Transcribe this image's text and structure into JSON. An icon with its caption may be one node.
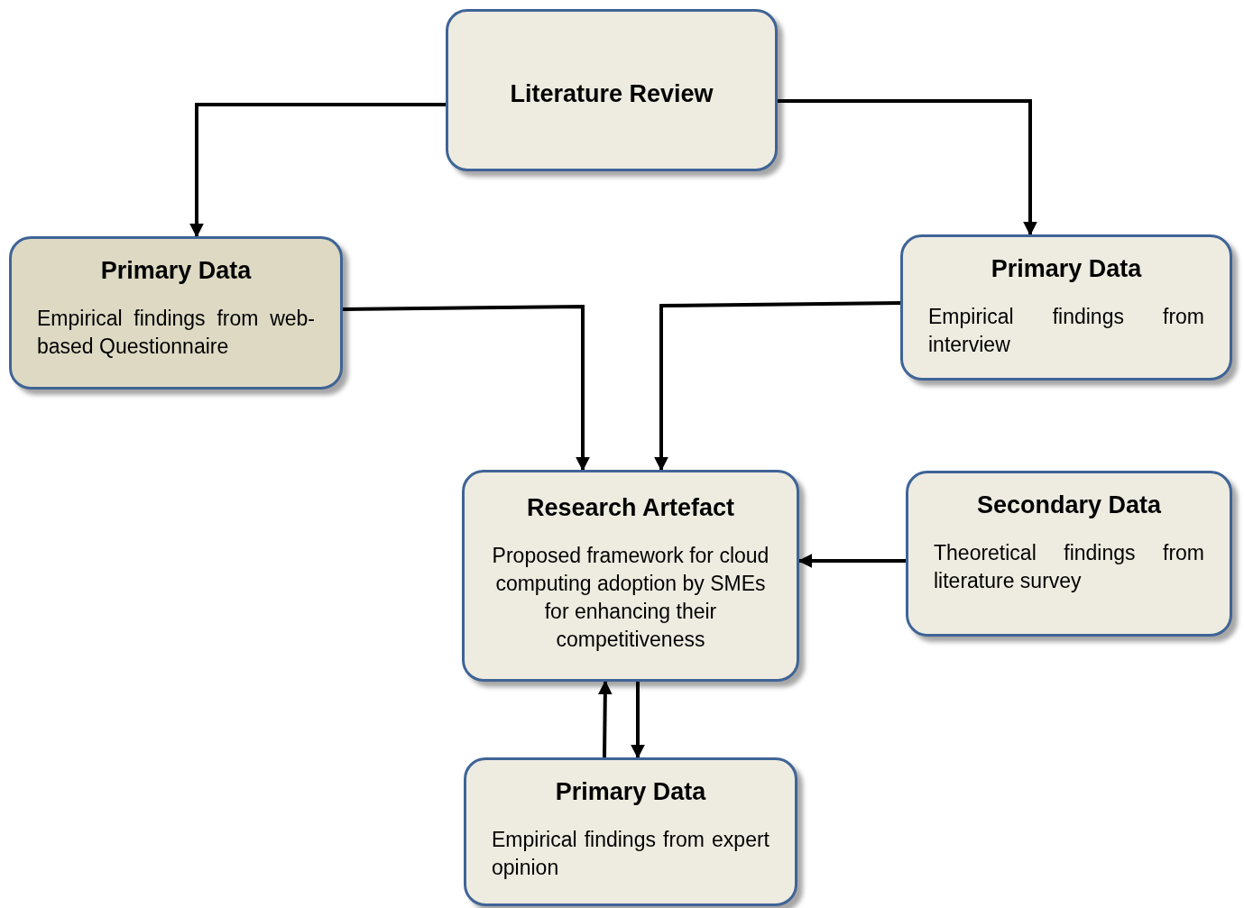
{
  "diagram": {
    "nodes": [
      {
        "text": [
          "Literature Review"
        ]
      },
      {
        "text": [
          "Primary Data",
          "Empirical findings from web-based Questionnaire"
        ]
      },
      {
        "text": [
          "Primary Data",
          "Empirical findings from interview"
        ]
      },
      {
        "text": [
          "Research Artefact",
          "Proposed framework for cloud computing adoption by SMEs for enhancing their competitiveness"
        ]
      },
      {
        "text": [
          "Secondary Data",
          "Theoretical findings from literature survey"
        ]
      },
      {
        "text": [
          "Primary Data",
          "Empirical findings from expert opinion"
        ]
      }
    ],
    "edges": [
      {
        "from": 0,
        "to": 1,
        "arrow": "to"
      },
      {
        "from": 0,
        "to": 2,
        "arrow": "to"
      },
      {
        "from": 1,
        "to": 3,
        "arrow": "to"
      },
      {
        "from": 2,
        "to": 3,
        "arrow": "to"
      },
      {
        "from": 4,
        "to": 3,
        "arrow": "to"
      },
      {
        "from": 5,
        "to": 3,
        "arrow": "to"
      },
      {
        "from": 3,
        "to": 5,
        "arrow": "to"
      }
    ]
  }
}
